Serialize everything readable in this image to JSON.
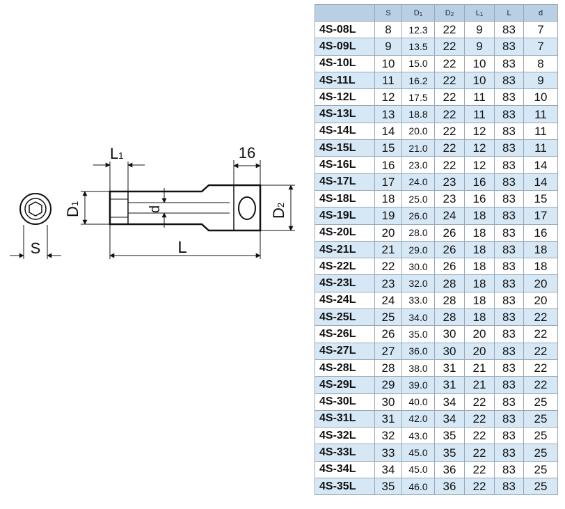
{
  "drawing": {
    "labels": {
      "s": "S",
      "d1_main": "D",
      "d1_sub": "1",
      "d2_main": "D",
      "d2_sub": "2",
      "l1_main": "L",
      "l1_sub": "1",
      "l": "L",
      "d": "d",
      "dim16": "16"
    }
  },
  "table": {
    "headers": [
      {
        "main": "",
        "sub": ""
      },
      {
        "main": "S",
        "sub": ""
      },
      {
        "main": "D",
        "sub": "1"
      },
      {
        "main": "D",
        "sub": "2"
      },
      {
        "main": "L",
        "sub": "1"
      },
      {
        "main": "L",
        "sub": ""
      },
      {
        "main": "d",
        "sub": ""
      }
    ],
    "rows": [
      [
        "4S-08L",
        "8",
        "12.3",
        "22",
        "9",
        "83",
        "7"
      ],
      [
        "4S-09L",
        "9",
        "13.5",
        "22",
        "9",
        "83",
        "7"
      ],
      [
        "4S-10L",
        "10",
        "15.0",
        "22",
        "10",
        "83",
        "8"
      ],
      [
        "4S-11L",
        "11",
        "16.2",
        "22",
        "10",
        "83",
        "9"
      ],
      [
        "4S-12L",
        "12",
        "17.5",
        "22",
        "11",
        "83",
        "10"
      ],
      [
        "4S-13L",
        "13",
        "18.8",
        "22",
        "11",
        "83",
        "11"
      ],
      [
        "4S-14L",
        "14",
        "20.0",
        "22",
        "12",
        "83",
        "11"
      ],
      [
        "4S-15L",
        "15",
        "21.0",
        "22",
        "12",
        "83",
        "11"
      ],
      [
        "4S-16L",
        "16",
        "23.0",
        "22",
        "12",
        "83",
        "14"
      ],
      [
        "4S-17L",
        "17",
        "24.0",
        "23",
        "16",
        "83",
        "14"
      ],
      [
        "4S-18L",
        "18",
        "25.0",
        "23",
        "16",
        "83",
        "15"
      ],
      [
        "4S-19L",
        "19",
        "26.0",
        "24",
        "18",
        "83",
        "17"
      ],
      [
        "4S-20L",
        "20",
        "28.0",
        "26",
        "18",
        "83",
        "16"
      ],
      [
        "4S-21L",
        "21",
        "29.0",
        "26",
        "18",
        "83",
        "18"
      ],
      [
        "4S-22L",
        "22",
        "30.0",
        "26",
        "18",
        "83",
        "18"
      ],
      [
        "4S-23L",
        "23",
        "32.0",
        "28",
        "18",
        "83",
        "20"
      ],
      [
        "4S-24L",
        "24",
        "33.0",
        "28",
        "18",
        "83",
        "20"
      ],
      [
        "4S-25L",
        "25",
        "34.0",
        "28",
        "18",
        "83",
        "22"
      ],
      [
        "4S-26L",
        "26",
        "35.0",
        "30",
        "20",
        "83",
        "22"
      ],
      [
        "4S-27L",
        "27",
        "36.0",
        "30",
        "20",
        "83",
        "22"
      ],
      [
        "4S-28L",
        "28",
        "38.0",
        "31",
        "21",
        "83",
        "22"
      ],
      [
        "4S-29L",
        "29",
        "39.0",
        "31",
        "21",
        "83",
        "22"
      ],
      [
        "4S-30L",
        "30",
        "40.0",
        "34",
        "22",
        "83",
        "25"
      ],
      [
        "4S-31L",
        "31",
        "42.0",
        "34",
        "22",
        "83",
        "25"
      ],
      [
        "4S-32L",
        "32",
        "43.0",
        "35",
        "22",
        "83",
        "25"
      ],
      [
        "4S-33L",
        "33",
        "45.0",
        "35",
        "22",
        "83",
        "25"
      ],
      [
        "4S-34L",
        "34",
        "45.0",
        "36",
        "22",
        "83",
        "25"
      ],
      [
        "4S-35L",
        "35",
        "46.0",
        "36",
        "22",
        "83",
        "25"
      ]
    ]
  }
}
